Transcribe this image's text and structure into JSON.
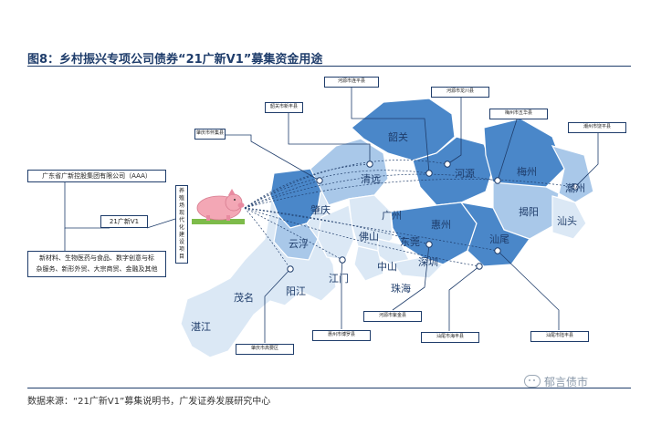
{
  "title": "图8：乡村振兴专项公司债券“21广新V1”募集资金用途",
  "source": "数据来源：“21广新V1”募集说明书，广发证券发展研究中心",
  "watermark": "郁言债市",
  "issuer": {
    "name": "广东省广新控股集团有限公司（AAA）",
    "bond": "21广新V1",
    "business": [
      "新材料、生物医药与食品、数字创意与标",
      "杂服务、新形外贸、大宗商贸、金融及其他"
    ]
  },
  "project_label": "养殖场现代化建设项目",
  "farms": [
    "肇庆市怀集县",
    "韶关市新丰县",
    "河源市连平县",
    "河源市龙川县",
    "梅州市五华县",
    "潮州市饶平县",
    "河源市紫金县",
    "惠州市博罗县",
    "汕尾市海丰县",
    "汕尾市陆丰县",
    "肇庆市高要区"
  ],
  "cities": [
    "韶关",
    "清远",
    "河源",
    "梅州",
    "潮州",
    "揭阳",
    "汕头",
    "肇庆",
    "广州",
    "惠州",
    "云浮",
    "佛山",
    "东莞",
    "汕尾",
    "中山",
    "深圳",
    "江门",
    "珠海",
    "茂名",
    "阳江",
    "湛江"
  ],
  "colors": {
    "accent": "#1f3d6b",
    "map_dark": "#4a87c9",
    "map_mid": "#a9c8e9",
    "map_light": "#dbe8f5"
  }
}
